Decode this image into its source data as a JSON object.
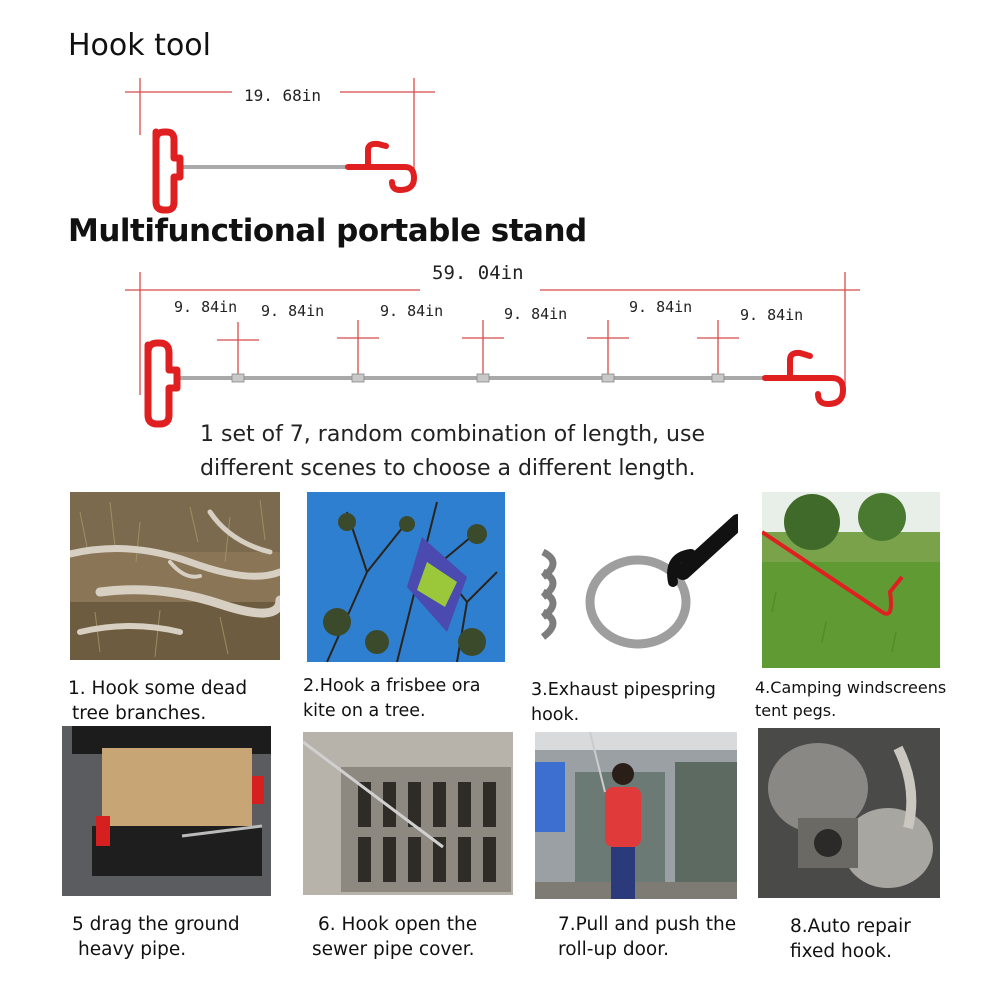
{
  "hook_tool": {
    "title": "Hook tool",
    "length_label": "19. 68in"
  },
  "portable_stand": {
    "title": "Multifunctional portable stand",
    "total_length_label": "59. 04in",
    "segment_labels": [
      "9. 84in",
      "9. 84in",
      "9. 84in",
      "9. 84in",
      "9. 84in",
      "9. 84in"
    ]
  },
  "subtitle": {
    "line1": "1 set of 7, random combination of length, use",
    "line2": "different scenes to choose a different length."
  },
  "uses": [
    {
      "line1": "1. Hook some dead",
      "line2": "tree branches."
    },
    {
      "line1": "2.Hook a frisbee ora",
      "line2": "kite on a tree."
    },
    {
      "line1": "3.Exhaust pipespring",
      "line2": "hook."
    },
    {
      "line1": "4.Camping windscreens",
      "line2": "tent pegs."
    },
    {
      "line1": "5 drag the ground",
      "line2": "heavy pipe."
    },
    {
      "line1": "6. Hook open the",
      "line2": "sewer pipe cover."
    },
    {
      "line1": "7.Pull and push the",
      "line2": "roll-up door."
    },
    {
      "line1": "8.Auto repair",
      "line2": "fixed hook."
    }
  ],
  "colors": {
    "hook_red": "#e02020",
    "dimension_line": "#d84a4a",
    "rod_steel": "#a9a9a9"
  }
}
